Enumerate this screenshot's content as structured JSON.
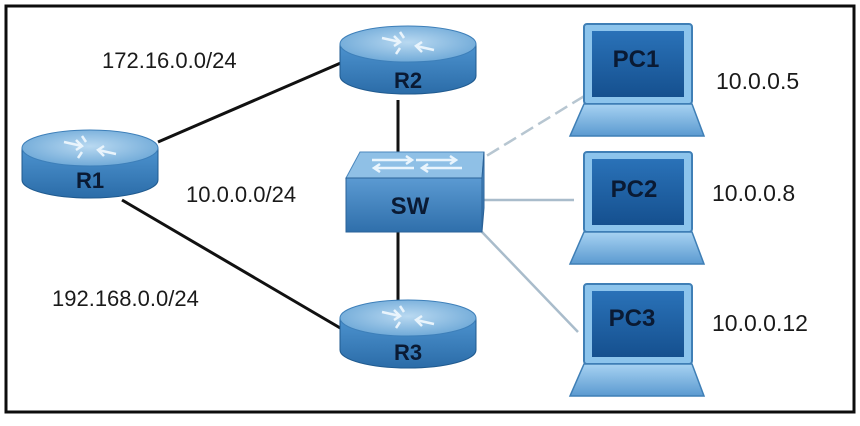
{
  "links": {
    "r1_r2_subnet": "172.16.0.0/24",
    "lan_subnet": "10.0.0.0/24",
    "r1_r3_subnet": "192.168.0.0/24"
  },
  "routers": {
    "r1": "R1",
    "r2": "R2",
    "r3": "R3"
  },
  "switch": {
    "label": "SW"
  },
  "pcs": [
    {
      "label": "PC1",
      "ip": "10.0.0.5"
    },
    {
      "label": "PC2",
      "ip": "10.0.0.8"
    },
    {
      "label": "PC3",
      "ip": "10.0.0.12"
    }
  ],
  "colors": {
    "router_top": "#7fb3dd",
    "router_body": "#3a7fc0",
    "switch_body": "#4a89c6",
    "pc_screen": "#1b5fa3",
    "pc_frame": "#8cc4ec",
    "link": "#111111",
    "link_light": "#a8bccb"
  }
}
